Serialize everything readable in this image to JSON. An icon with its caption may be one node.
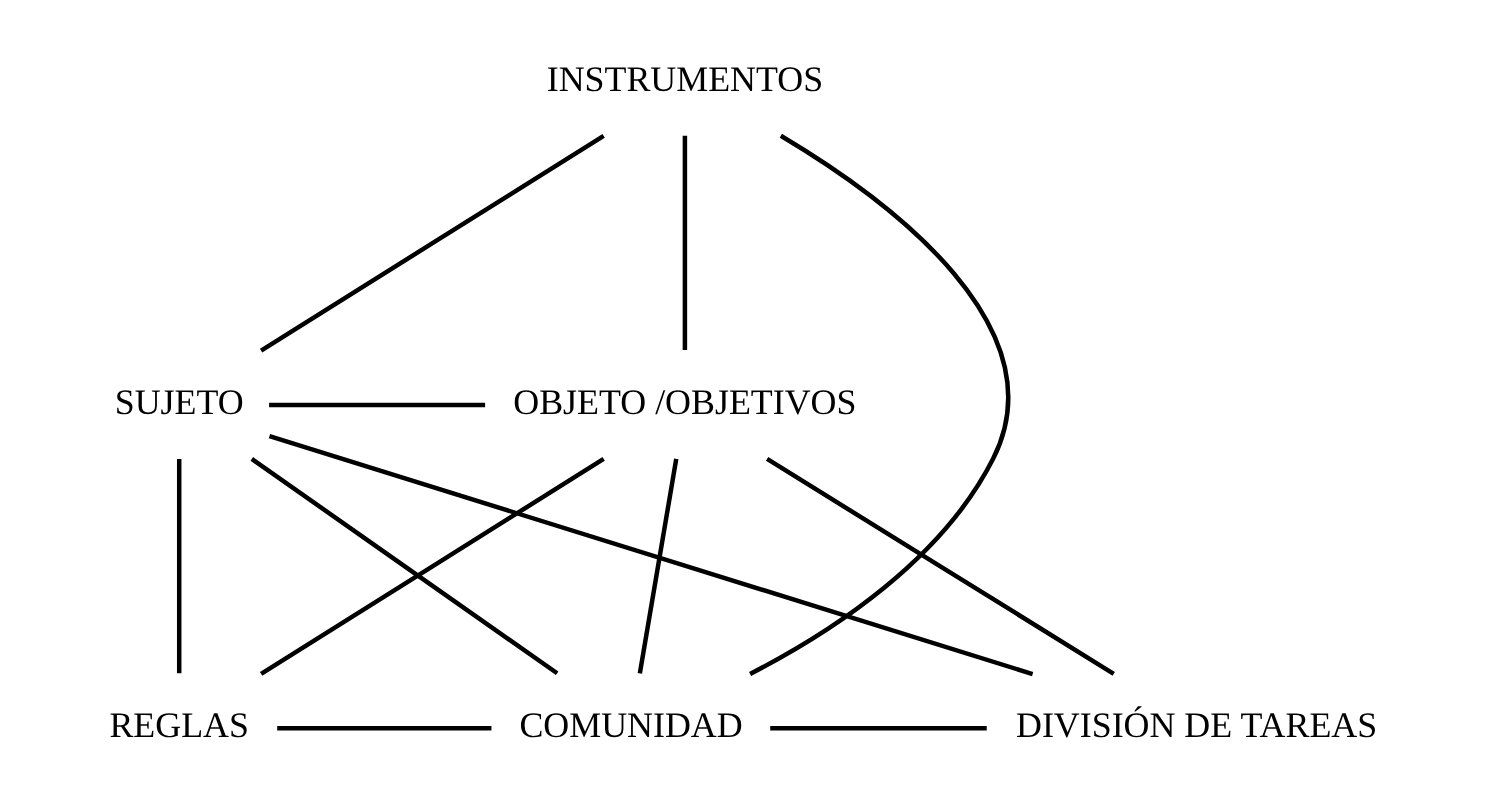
{
  "diagram": {
    "nodes": [
      {
        "text": [
          "INSTRUMENTOS"
        ]
      },
      {
        "text": [
          "SUJETO"
        ]
      },
      {
        "text": [
          "OBJETO /OBJETIVOS"
        ]
      },
      {
        "text": [
          "REGLAS"
        ]
      },
      {
        "text": [
          "COMUNIDAD"
        ]
      },
      {
        "text": [
          "DIVISIÓN DE TAREAS"
        ]
      }
    ],
    "edges": [
      {
        "from": 0,
        "to": 1,
        "arrow": "none"
      },
      {
        "from": 0,
        "to": 2,
        "arrow": "none"
      },
      {
        "from": 1,
        "to": 2,
        "arrow": "none"
      },
      {
        "from": 1,
        "to": 3,
        "arrow": "none"
      },
      {
        "from": 2,
        "to": 5,
        "arrow": "none"
      },
      {
        "from": 3,
        "to": 4,
        "arrow": "none"
      },
      {
        "from": 4,
        "to": 5,
        "arrow": "none"
      },
      {
        "from": 0,
        "to": 4,
        "arrow": "none"
      },
      {
        "from": 1,
        "to": 4,
        "arrow": "none"
      },
      {
        "from": 2,
        "to": 4,
        "arrow": "none"
      },
      {
        "from": 1,
        "to": 5,
        "arrow": "none"
      },
      {
        "from": 2,
        "to": 3,
        "arrow": "none"
      }
    ]
  }
}
